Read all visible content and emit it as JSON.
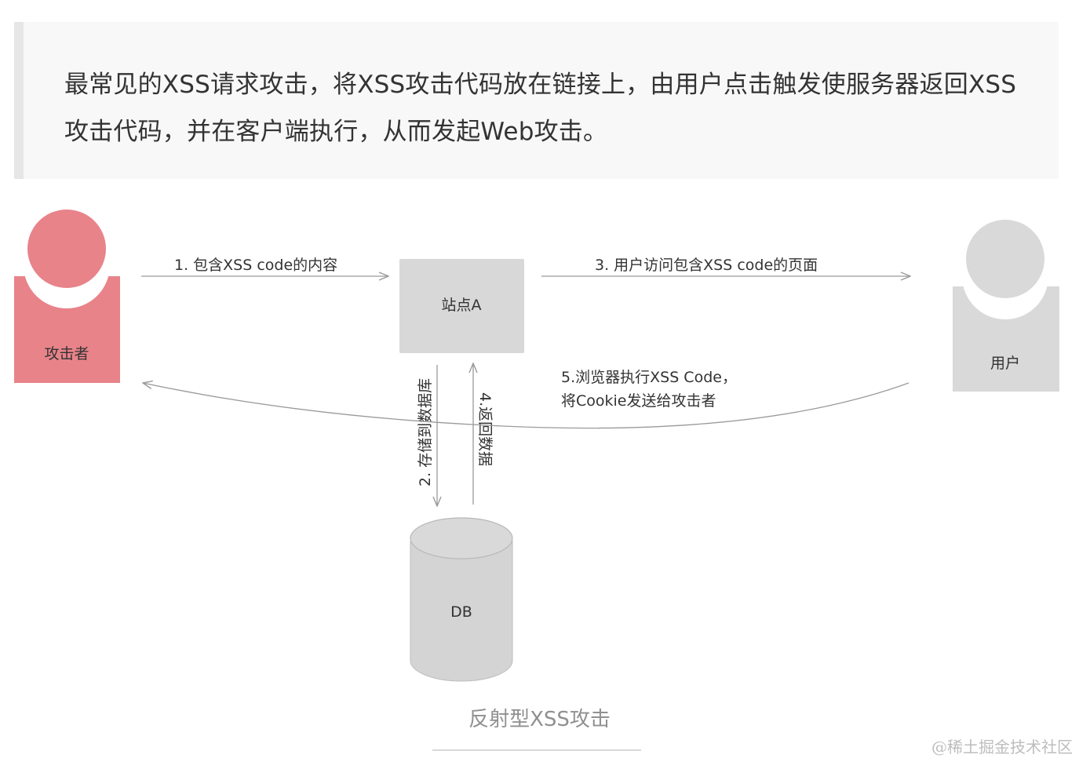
{
  "intro": {
    "line1": "最常见的XSS请求攻击，将XSS攻击代码放在链接上，由用户点击触发使服务器返回XSS",
    "line2": "攻击代码，并在客户端执行，从而发起Web攻击。"
  },
  "diagram": {
    "attacker_label": "攻击者",
    "site_label": "站点A",
    "user_label": "用户",
    "db_label": "DB",
    "step1": "1. 包含XSS code的内容",
    "step2": "2. 存储到数据库",
    "step3": "3.  用户访问包含XSS code的页面",
    "step4": "4.返回数据",
    "step5_line1": "5.浏览器执行XSS Code，",
    "step5_line2": "将Cookie发送给攻击者",
    "colors": {
      "attacker": "#e8838a",
      "user": "#d9d9d9",
      "site": "#d8d8d8",
      "db": "#d4d4d4",
      "arrow": "#9a9a9a"
    }
  },
  "caption": "反射型XSS攻击",
  "watermark": "@稀土掘金技术社区"
}
